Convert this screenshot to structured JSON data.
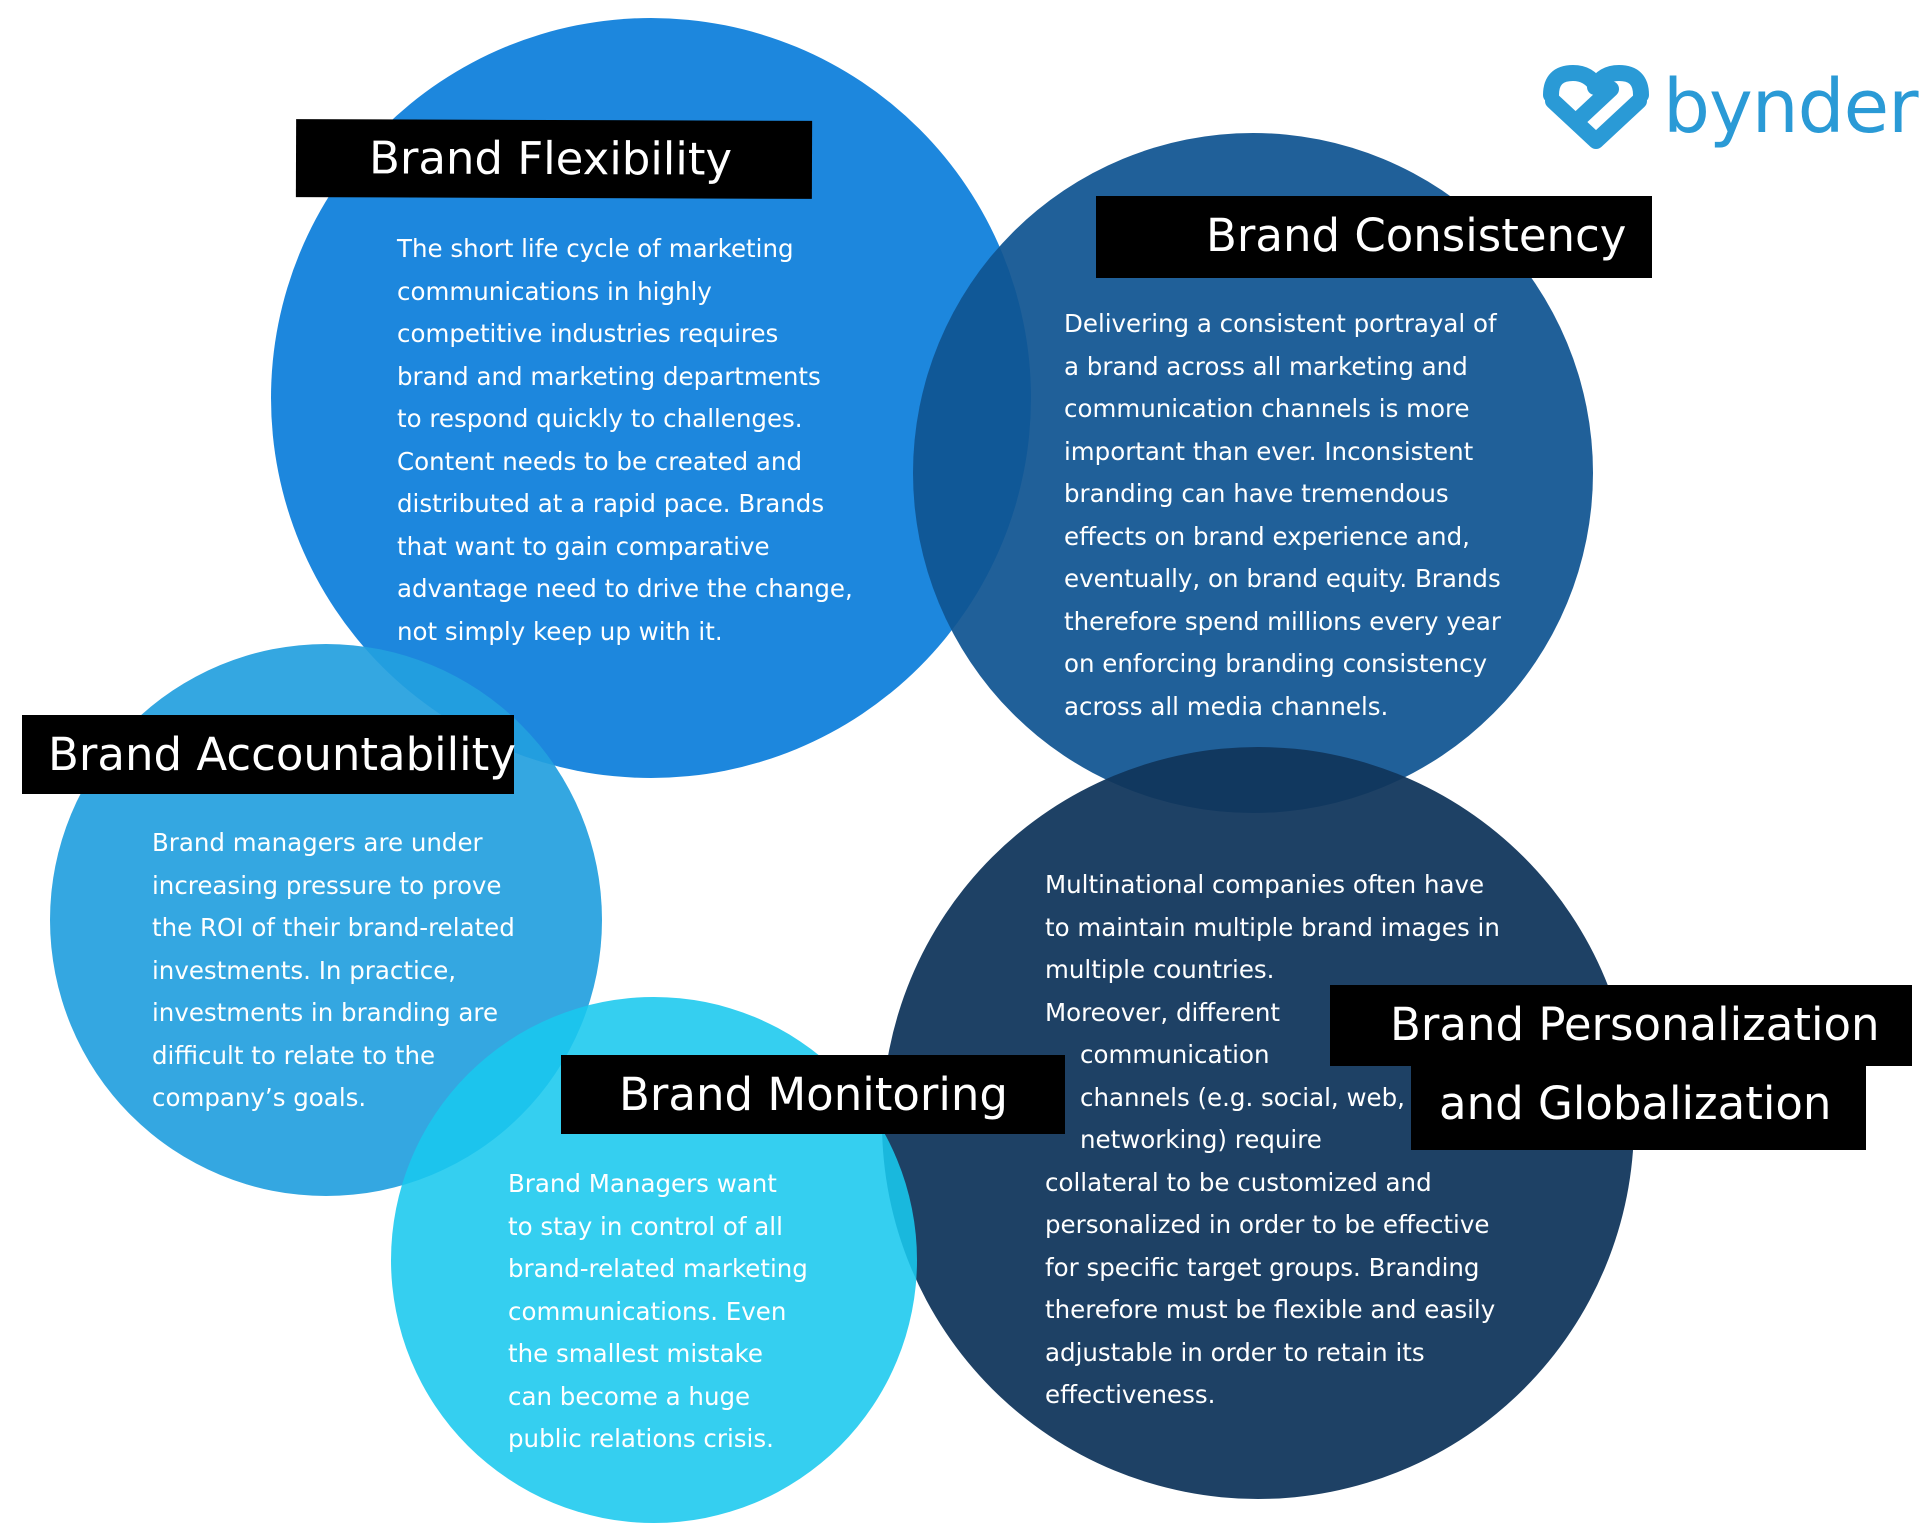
{
  "logo": {
    "icon": "bynder-heart-link-icon",
    "wordmark": "bynder",
    "color": "#2a9ad6"
  },
  "colors": {
    "flexibility": "#1482dc",
    "consistency": "#0f5491",
    "personalization": "#10355b",
    "accountability": "#23a0de",
    "monitoring": "#19c8ee",
    "label_background": "#000000",
    "text": "#ffffff"
  },
  "flexibility": {
    "title": "Brand Flexibility",
    "lines": [
      "The short life cycle of marketing",
      "communications in highly",
      "competitive industries requires",
      "brand and marketing departments",
      "to respond quickly to challenges.",
      "Content needs to be created and",
      "distributed at a rapid pace. Brands",
      "that want to gain comparative",
      "advantage need to drive the change,",
      "not simply keep up with it."
    ]
  },
  "consistency": {
    "title": "Brand Consistency",
    "lines": [
      "Delivering a consistent portrayal of",
      "a brand across all marketing and",
      "communication channels is more",
      "important than ever. Inconsistent",
      "branding can have tremendous",
      "effects on brand experience and,",
      "eventually, on brand equity. Brands",
      "therefore spend millions every year",
      "on enforcing branding consistency",
      "across all media channels."
    ]
  },
  "accountability": {
    "title": "Brand Accountability",
    "lines": [
      "Brand managers are under",
      "increasing pressure to prove",
      "the ROI of their brand-related",
      "investments. In practice,",
      "investments in branding are",
      "difficult to relate to the",
      "company’s goals."
    ]
  },
  "monitoring": {
    "title": "Brand Monitoring",
    "lines": [
      "Brand Managers want",
      "to stay in control of all",
      "brand-related marketing",
      "communications. Even",
      "the smallest mistake",
      "can become a huge",
      "public relations crisis."
    ]
  },
  "personalization": {
    "title_line1": "Brand Personalization",
    "title_line2": "and Globalization",
    "lines": [
      "Multinational companies often have",
      "to maintain multiple brand images in",
      "multiple countries.",
      "Moreover, different",
      "communication",
      "channels (e.g. social, web,",
      "networking) require",
      "collateral to be customized and",
      "personalized in order to be effective",
      "for specific target groups. Branding",
      "therefore must be flexible and easily",
      "adjustable in order to retain its",
      "effectiveness."
    ]
  }
}
